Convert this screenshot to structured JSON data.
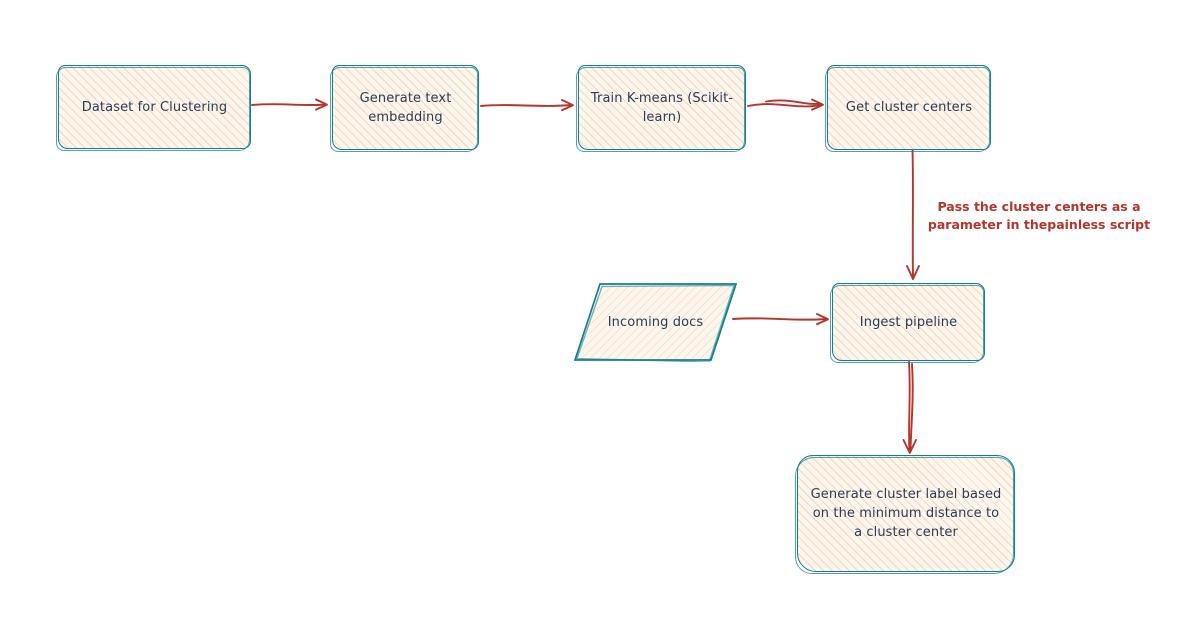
{
  "diagram": {
    "title": "Clustering ingest pipeline flowchart",
    "style": "hand-drawn sketch",
    "colors": {
      "node_border": "#10808c",
      "node_fill": "#fdf6ee",
      "node_hatch": "#eaa771",
      "node_text": "#2d3b55",
      "arrow": "#b5342c",
      "annotation_text": "#b5342c",
      "background": "#ffffff"
    },
    "nodes": [
      {
        "id": "dataset",
        "label": "Dataset for Clustering",
        "shape": "rounded-rectangle"
      },
      {
        "id": "embedding",
        "label": "Generate text embedding",
        "shape": "rounded-rectangle"
      },
      {
        "id": "train",
        "label": "Train K-means (Scikit-learn)",
        "shape": "rounded-rectangle"
      },
      {
        "id": "centers",
        "label": "Get cluster centers",
        "shape": "rounded-rectangle"
      },
      {
        "id": "incoming",
        "label": "Incoming docs",
        "shape": "parallelogram"
      },
      {
        "id": "ingest",
        "label": "Ingest pipeline",
        "shape": "rounded-rectangle"
      },
      {
        "id": "cluster_label",
        "label": "Generate cluster label based on the minimum distance to a cluster center",
        "shape": "rounded-rectangle"
      }
    ],
    "edges": [
      {
        "from": "dataset",
        "to": "embedding",
        "label": ""
      },
      {
        "from": "embedding",
        "to": "train",
        "label": ""
      },
      {
        "from": "train",
        "to": "centers",
        "label": ""
      },
      {
        "from": "centers",
        "to": "ingest",
        "label": "Pass the cluster centers as a parameter in thepainless script"
      },
      {
        "from": "incoming",
        "to": "ingest",
        "label": ""
      },
      {
        "from": "ingest",
        "to": "cluster_label",
        "label": ""
      }
    ],
    "annotations": [
      {
        "id": "centers-to-ingest-note",
        "text": "Pass the cluster centers as a parameter in thepainless script"
      }
    ]
  }
}
